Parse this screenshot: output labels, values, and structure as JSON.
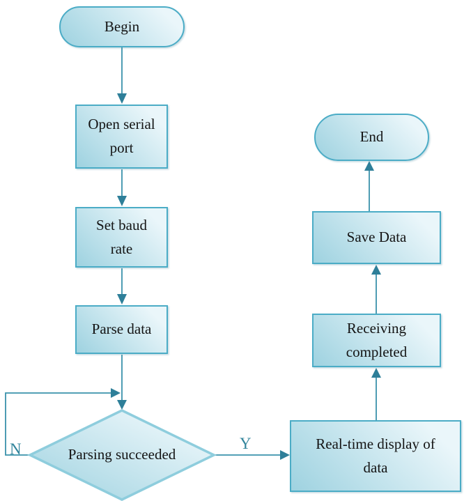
{
  "diagram_type": "flowchart",
  "colors": {
    "background": "#ffffff",
    "node_border": "#4bacc6",
    "diamond_border": "#8ecddd",
    "fill_dark": "#9ed2e0",
    "fill_light": "#eaf6fa",
    "connector": "#3a92ab",
    "arrowhead": "#2e7f99",
    "branch_label": "#31849b",
    "text": "#141414"
  },
  "nodes": {
    "begin": {
      "label": "Begin",
      "type": "terminator"
    },
    "open_serial_port": {
      "label": "Open serial port",
      "type": "process"
    },
    "set_baud_rate": {
      "label": "Set baud rate",
      "type": "process"
    },
    "parse_data": {
      "label": "Parse data",
      "type": "process"
    },
    "parsing_succeeded": {
      "label": "Parsing succeeded",
      "type": "decision"
    },
    "realtime_display": {
      "label": "Real-time display of data",
      "type": "process"
    },
    "receiving_completed": {
      "label": "Receiving completed",
      "type": "process"
    },
    "save_data": {
      "label": "Save Data",
      "type": "process"
    },
    "end": {
      "label": "End",
      "type": "terminator"
    }
  },
  "branches": {
    "no": "N",
    "yes": "Y"
  },
  "edges": [
    {
      "from": "begin",
      "to": "open_serial_port",
      "label": ""
    },
    {
      "from": "open_serial_port",
      "to": "set_baud_rate",
      "label": ""
    },
    {
      "from": "set_baud_rate",
      "to": "parse_data",
      "label": ""
    },
    {
      "from": "parse_data",
      "to": "parsing_succeeded",
      "label": ""
    },
    {
      "from": "parsing_succeeded",
      "to": "parsing_succeeded",
      "label": "N"
    },
    {
      "from": "parsing_succeeded",
      "to": "realtime_display",
      "label": "Y"
    },
    {
      "from": "realtime_display",
      "to": "receiving_completed",
      "label": ""
    },
    {
      "from": "receiving_completed",
      "to": "save_data",
      "label": ""
    },
    {
      "from": "save_data",
      "to": "end",
      "label": ""
    }
  ]
}
